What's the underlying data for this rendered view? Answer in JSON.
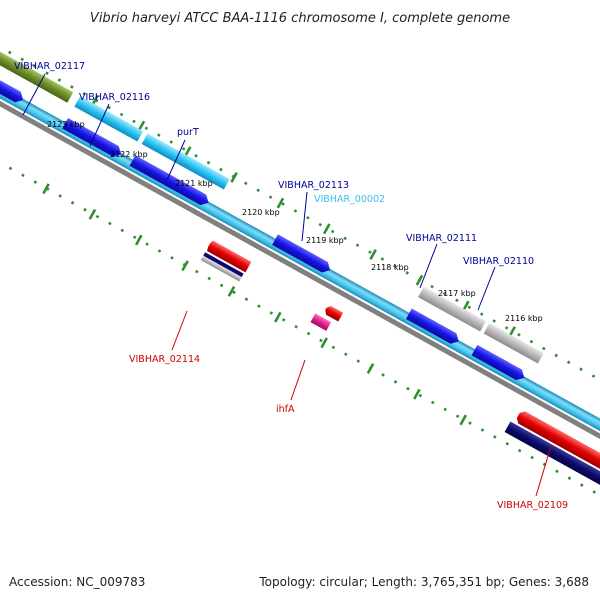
{
  "title": "Vibrio harveyi ATCC BAA-1116 chromosome I, complete genome",
  "footer": {
    "accession": "Accession: NC_009783",
    "summary": "Topology: circular; Length: 3,765,351 bp; Genes: 3,688"
  },
  "colors": {
    "background": "#ffffff",
    "backbone": "#40c0ec",
    "backbone_edge": "#1a8cb4",
    "inner_ring": "#808080",
    "tick_mark": "#2f8f2f",
    "forward_gene": "#1515e6",
    "reverse_gene": "#e00000",
    "forward_label": "#00009a",
    "reverse_label": "#cc0000",
    "rna_label": "#3cbcec",
    "pseudo_gene": "#b8b8b8",
    "olive_gene": "#6e8e28",
    "navy_gene": "#0a0a6e",
    "magenta_gene": "#e0208c"
  },
  "ticks": [
    "2123 kbp",
    "2122 kbp",
    "2121 kbp",
    "2120 kbp",
    "2119 kbp",
    "2118 kbp",
    "2117 kbp",
    "2116 kbp"
  ],
  "gene_labels": [
    {
      "name": "VIBHAR_02117",
      "strand": "forward"
    },
    {
      "name": "VIBHAR_02116",
      "strand": "forward"
    },
    {
      "name": "purT",
      "strand": "forward"
    },
    {
      "name": "VIBHAR_02113",
      "strand": "forward"
    },
    {
      "name": "VIBHAR_00002",
      "strand": "rna"
    },
    {
      "name": "VIBHAR_02111",
      "strand": "forward"
    },
    {
      "name": "VIBHAR_02110",
      "strand": "forward"
    },
    {
      "name": "VIBHAR_02114",
      "strand": "reverse"
    },
    {
      "name": "ihfA",
      "strand": "reverse"
    },
    {
      "name": "VIBHAR_02109",
      "strand": "reverse"
    }
  ]
}
